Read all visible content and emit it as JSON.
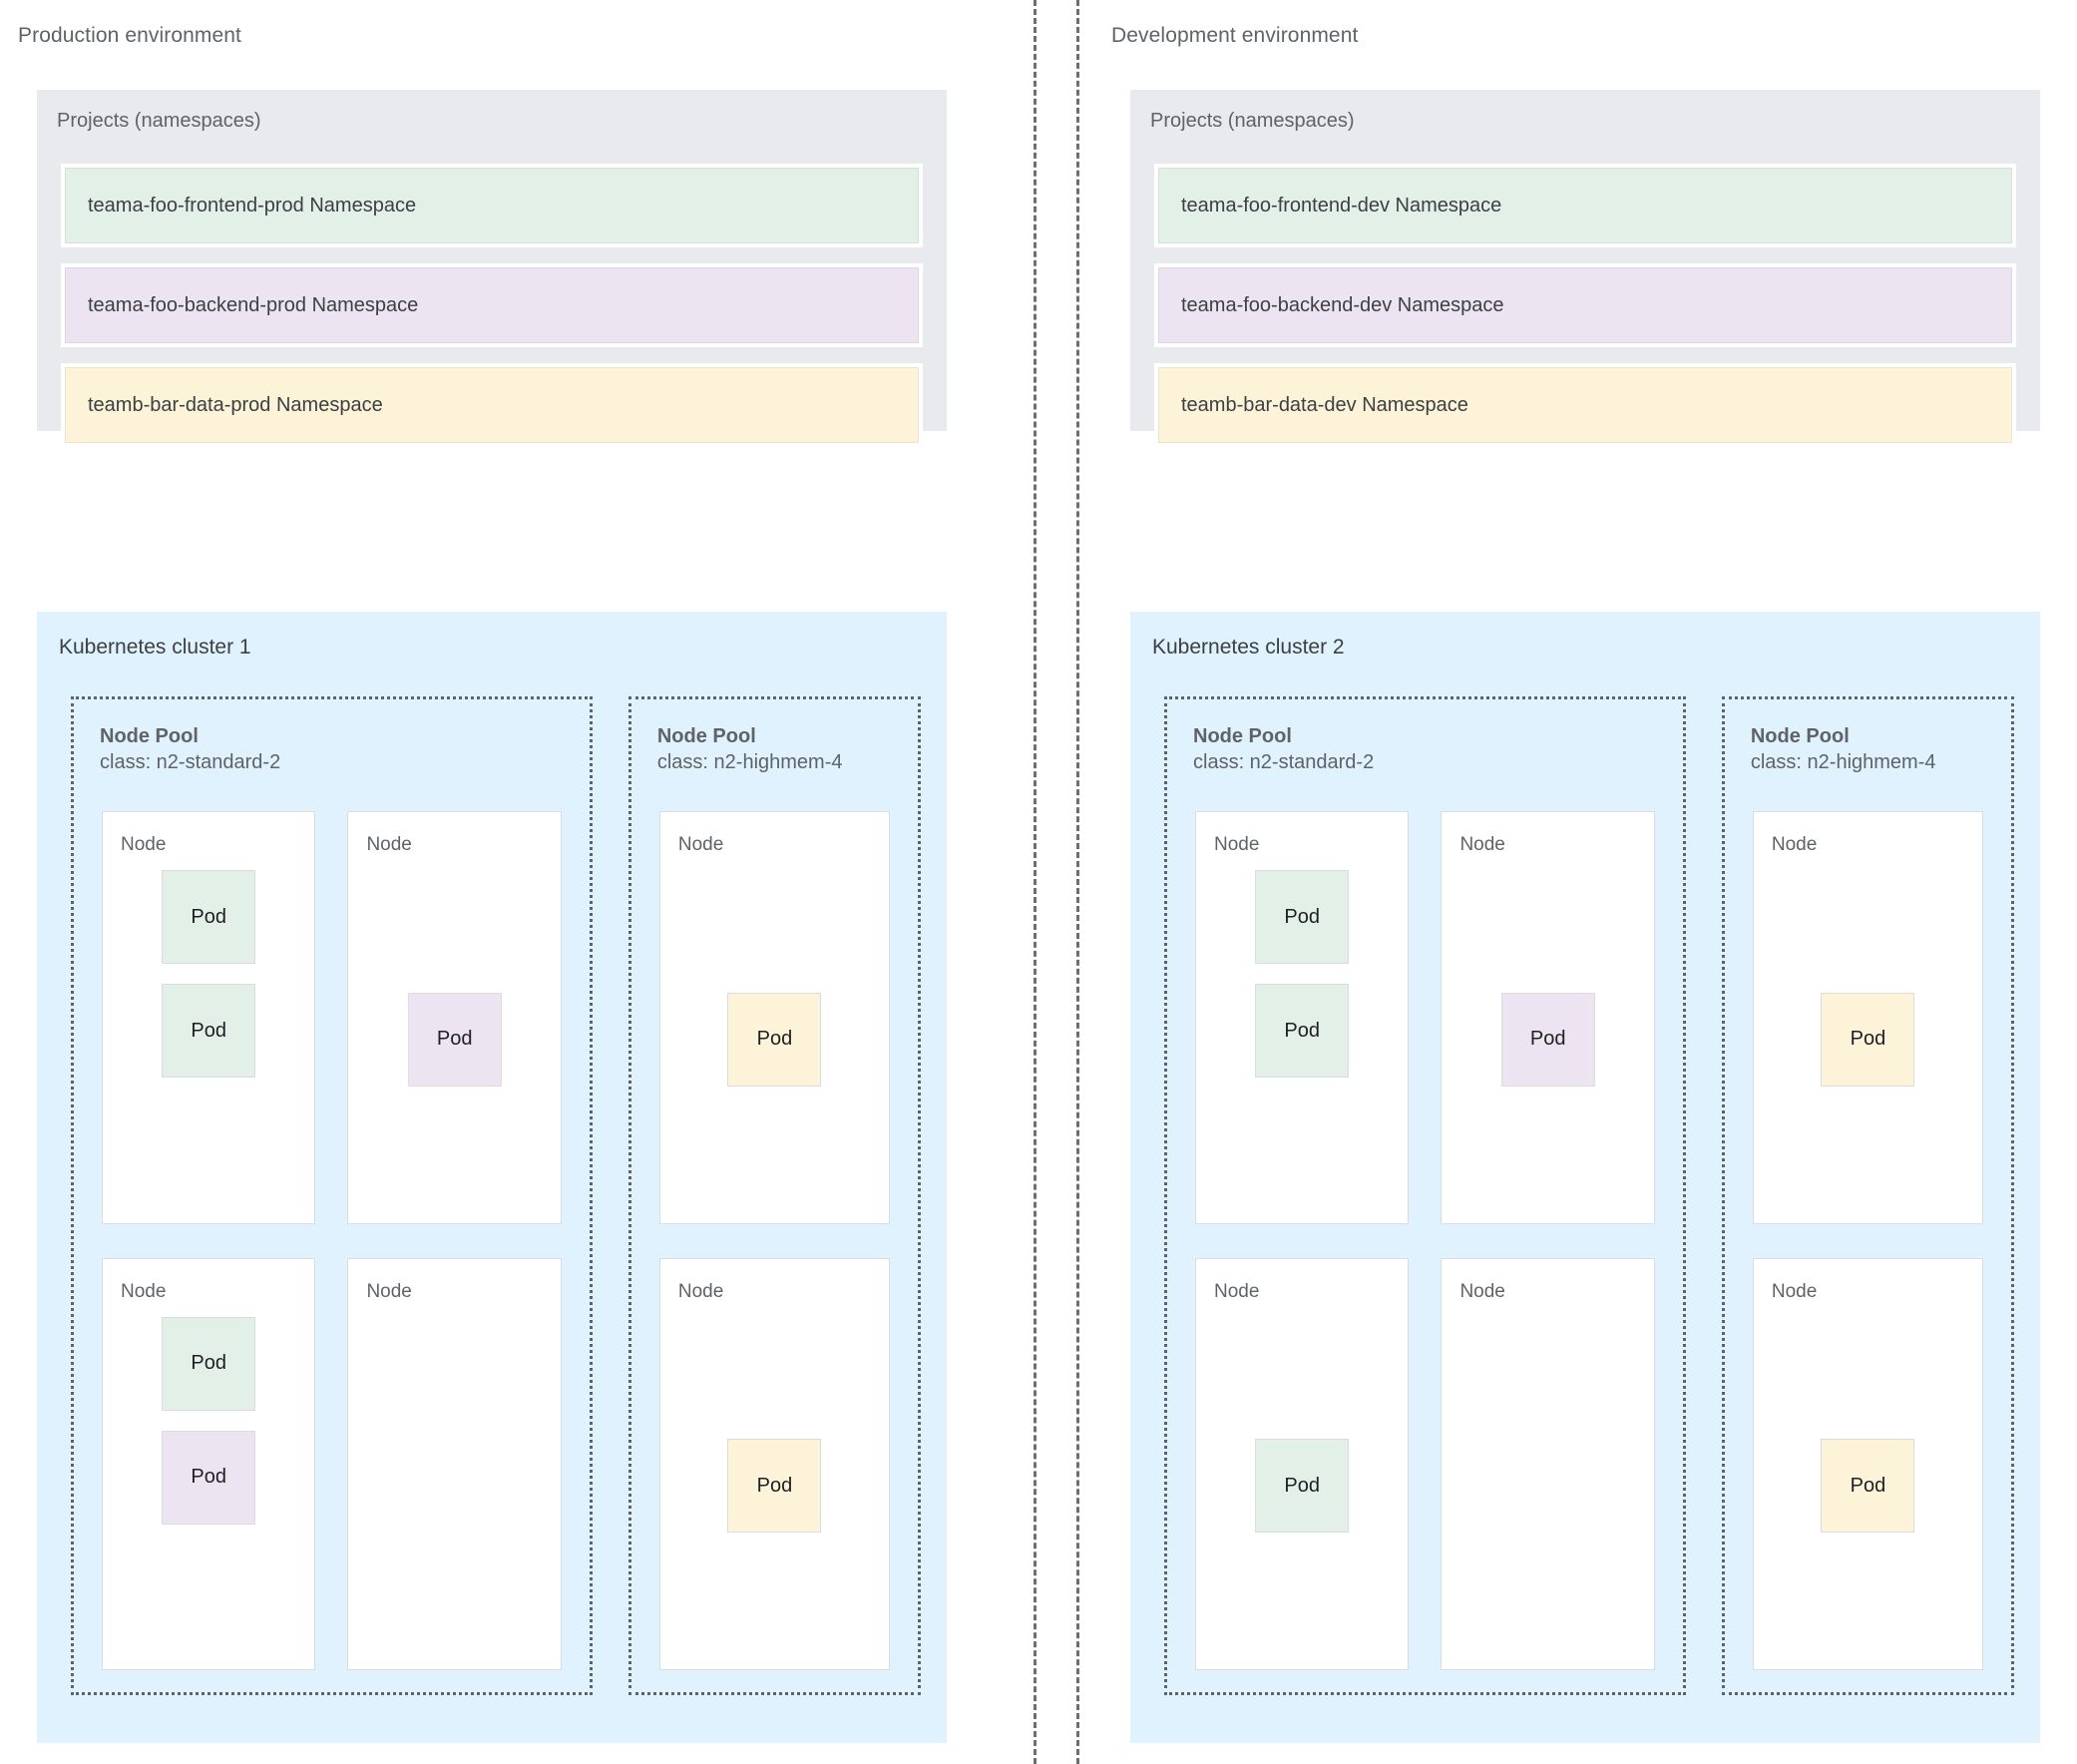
{
  "environments": [
    {
      "title": "Production environment",
      "projects": {
        "title": "Projects (namespaces)",
        "namespaces": [
          {
            "label": "teama-foo-frontend-prod Namespace",
            "color": "green"
          },
          {
            "label": "teama-foo-backend-prod Namespace",
            "color": "purple"
          },
          {
            "label": "teamb-bar-data-prod Namespace",
            "color": "yellow"
          }
        ]
      },
      "cluster": {
        "title": "Kubernetes cluster 1",
        "pools": [
          {
            "name": "Node Pool",
            "class": "class: n2-standard-2",
            "width": "wide",
            "rows": [
              [
                {
                  "label": "Node",
                  "align": "top",
                  "pods": [
                    {
                      "label": "Pod",
                      "color": "green"
                    },
                    {
                      "label": "Pod",
                      "color": "green"
                    }
                  ]
                },
                {
                  "label": "Node",
                  "align": "center",
                  "pods": [
                    {
                      "label": "Pod",
                      "color": "purple"
                    }
                  ]
                }
              ],
              [
                {
                  "label": "Node",
                  "align": "top",
                  "pods": [
                    {
                      "label": "Pod",
                      "color": "green"
                    },
                    {
                      "label": "Pod",
                      "color": "purple"
                    }
                  ]
                },
                {
                  "label": "Node",
                  "align": "center",
                  "pods": []
                }
              ]
            ]
          },
          {
            "name": "Node Pool",
            "class": "class: n2-highmem-4",
            "width": "narrow",
            "rows": [
              [
                {
                  "label": "Node",
                  "align": "center",
                  "pods": [
                    {
                      "label": "Pod",
                      "color": "yellow"
                    }
                  ]
                }
              ],
              [
                {
                  "label": "Node",
                  "align": "center",
                  "pods": [
                    {
                      "label": "Pod",
                      "color": "yellow"
                    }
                  ]
                }
              ]
            ]
          }
        ]
      }
    },
    {
      "title": "Development environment",
      "projects": {
        "title": "Projects (namespaces)",
        "namespaces": [
          {
            "label": "teama-foo-frontend-dev Namespace",
            "color": "green"
          },
          {
            "label": "teama-foo-backend-dev Namespace",
            "color": "purple"
          },
          {
            "label": "teamb-bar-data-dev Namespace",
            "color": "yellow"
          }
        ]
      },
      "cluster": {
        "title": "Kubernetes cluster 2",
        "pools": [
          {
            "name": "Node Pool",
            "class": "class: n2-standard-2",
            "width": "wide",
            "rows": [
              [
                {
                  "label": "Node",
                  "align": "top",
                  "pods": [
                    {
                      "label": "Pod",
                      "color": "green"
                    },
                    {
                      "label": "Pod",
                      "color": "green"
                    }
                  ]
                },
                {
                  "label": "Node",
                  "align": "center",
                  "pods": [
                    {
                      "label": "Pod",
                      "color": "purple"
                    }
                  ]
                }
              ],
              [
                {
                  "label": "Node",
                  "align": "center",
                  "pods": [
                    {
                      "label": "Pod",
                      "color": "green"
                    }
                  ]
                },
                {
                  "label": "Node",
                  "align": "center",
                  "pods": []
                }
              ]
            ]
          },
          {
            "name": "Node Pool",
            "class": "class: n2-highmem-4",
            "width": "narrow",
            "rows": [
              [
                {
                  "label": "Node",
                  "align": "center",
                  "pods": [
                    {
                      "label": "Pod",
                      "color": "yellow"
                    }
                  ]
                }
              ],
              [
                {
                  "label": "Node",
                  "align": "center",
                  "pods": [
                    {
                      "label": "Pod",
                      "color": "yellow"
                    }
                  ]
                }
              ]
            ]
          }
        ]
      }
    }
  ],
  "colors": {
    "green": "#e3f0e8",
    "purple": "#ece4f1",
    "yellow": "#fcf3d8",
    "cluster_bg": "#e0f2fd",
    "projects_bg": "#e8eaed",
    "text": "#5f6368",
    "divider": "#6b6f73"
  }
}
